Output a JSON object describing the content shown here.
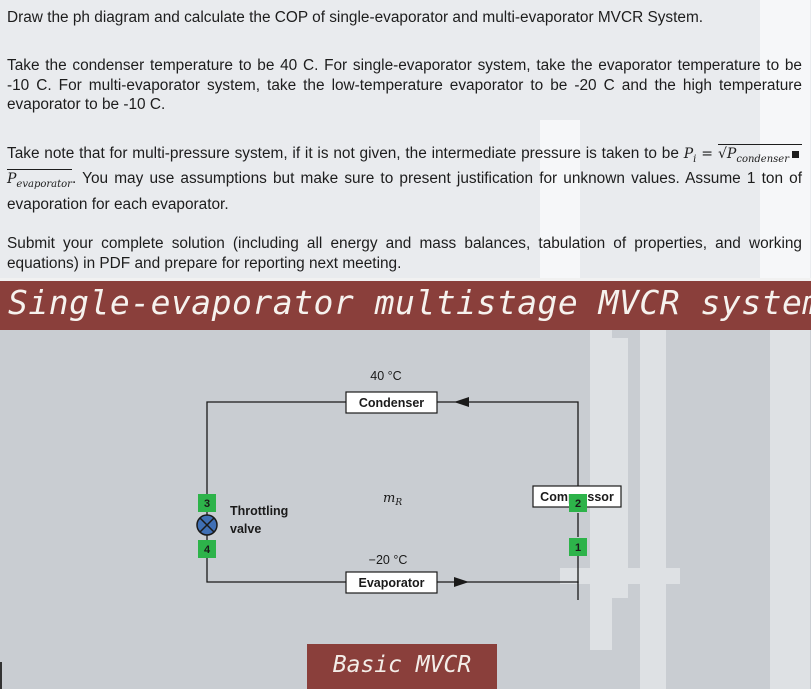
{
  "instructions": {
    "p1": "Draw the ph diagram and calculate the COP of single-evaporator and multi-evaporator MVCR System.",
    "p2": "Take the condenser temperature to be 40 C. For single-evaporator system, take the evaporator temperature to be -10 C. For multi-evaporator system, take the low-temperature evaporator to be -20 C and the high temperature evaporator to be -10 C.",
    "p3_before": "Take note that for multi-pressure system, if it is not given, the intermediate pressure is taken to be ",
    "p3_formula_lhs": "P",
    "p3_formula_lhs_sub": "i",
    "p3_formula_eq": " = ",
    "p3_formula_a": "P",
    "p3_formula_a_sub": "condenser",
    "p3_formula_b": "P",
    "p3_formula_b_sub": "evaporator",
    "p3_after": ". You may use assumptions but make sure to present justification for unknown values. Assume 1 ton of evaporation for each evaporator.",
    "p4": "Submit your complete solution (including all energy and mass balances, tabulation of properties, and working equations) in PDF and prepare for reporting next meeting."
  },
  "slide": {
    "title": "Single-evaporator multistage MVCR system",
    "footer": "Basic MVCR",
    "colors": {
      "banner": "#8a3f3b",
      "node": "#2db34a",
      "valve": "#3f6fb5",
      "background": "#c9cdd2"
    }
  },
  "diagram": {
    "condenser_temp": "40 °C",
    "condenser_label": "Condenser",
    "evaporator_temp": "−20 °C",
    "evaporator_label": "Evaporator",
    "compressor_label": "Compressor",
    "mass_flow_symbol": "m",
    "mass_flow_sub": "R",
    "valve_label_1": "Throttling",
    "valve_label_2": "valve",
    "valve_icon": "throttling-valve-icon",
    "nodes": [
      "1",
      "2",
      "3",
      "4"
    ]
  }
}
